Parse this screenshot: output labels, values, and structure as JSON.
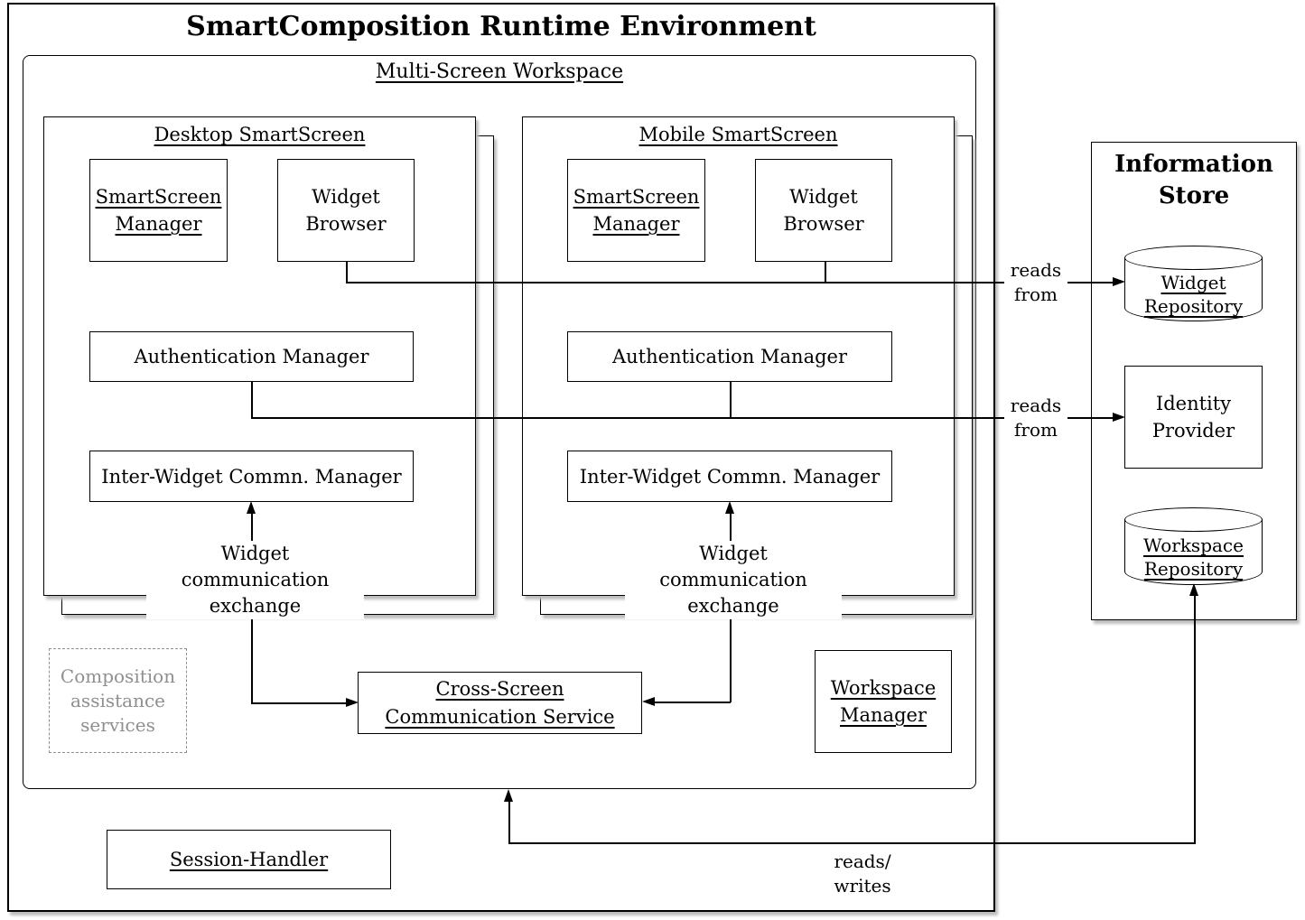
{
  "title": "SmartComposition Runtime Environment",
  "workspace": {
    "title": "Multi-Screen Workspace",
    "desktop": {
      "title": "Desktop SmartScreen",
      "manager": [
        "SmartScreen",
        "Manager"
      ],
      "browser": [
        "Widget",
        "Browser"
      ],
      "auth": "Authentication Manager",
      "iwc": "Inter-Widget Commn. Manager",
      "exchange": [
        "Widget communication",
        "exchange"
      ]
    },
    "mobile": {
      "title": "Mobile SmartScreen",
      "manager": [
        "SmartScreen",
        "Manager"
      ],
      "browser": [
        "Widget",
        "Browser"
      ],
      "auth": "Authentication Manager",
      "iwc": "Inter-Widget Commn. Manager",
      "exchange": [
        "Widget communication",
        "exchange"
      ]
    },
    "cross_screen": [
      "Cross-Screen",
      "Communication Service"
    ],
    "workspace_manager": [
      "Workspace",
      "Manager"
    ],
    "composition": [
      "Composition",
      "assistance",
      "services"
    ]
  },
  "session_handler": "Session-Handler",
  "information_store": {
    "title": [
      "Information",
      "Store"
    ],
    "widget_repository": [
      "Widget",
      "Repository"
    ],
    "identity_provider": [
      "Identity",
      "Provider"
    ],
    "workspace_repository": [
      "Workspace",
      "Repository"
    ]
  },
  "edge_labels": {
    "reads_from_widgets": [
      "reads",
      "from"
    ],
    "reads_from_identity": [
      "reads",
      "from"
    ],
    "reads_writes": [
      "reads/",
      "writes"
    ]
  },
  "colors": {
    "line": "#000000",
    "muted_gray": "#8f8f8f",
    "shadow_gray": "#bcbcbc",
    "canvas": "#ffffff"
  }
}
